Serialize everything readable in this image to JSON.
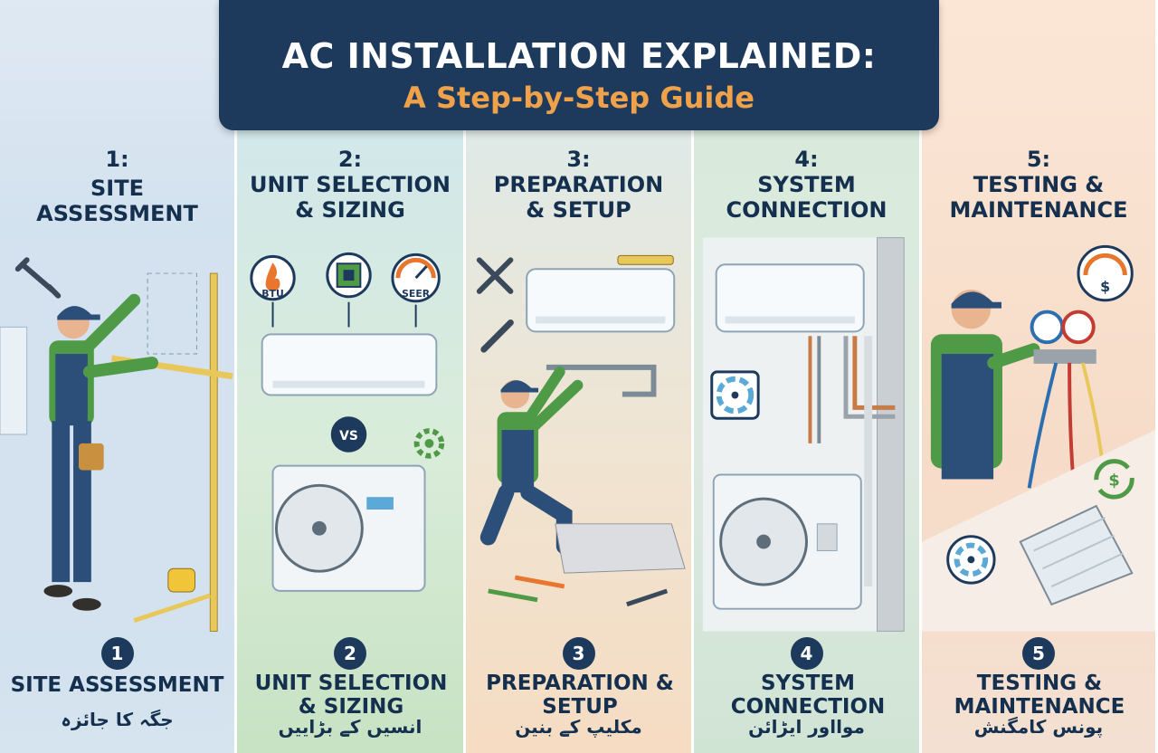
{
  "header": {
    "title": "AC INSTALLATION EXPLAINED:",
    "subtitle": "A Step-by-Step Guide"
  },
  "steps": [
    {
      "head_number": "1:",
      "head_title": "SITE ASSESSMENT",
      "badge": "1",
      "foot_title": "SITE ASSESSMENT",
      "urdu": "جگہ کا جائزہ"
    },
    {
      "head_number": "2:",
      "head_title": "UNIT SELECTION & SIZING",
      "badge": "2",
      "foot_title": "UNIT SELECTION & SIZING",
      "urdu": "انسیں کے بڑاییں",
      "labels": {
        "btu": "BTU",
        "seer": "SEER",
        "vs": "VS"
      }
    },
    {
      "head_number": "3:",
      "head_title": "PREPARATION & SETUP",
      "badge": "3",
      "foot_title": "PREPARATION & SETUP",
      "urdu": "مکلیپ کے بنین"
    },
    {
      "head_number": "4:",
      "head_title": "SYSTEM CONNECTION",
      "badge": "4",
      "foot_title": "SYSTEM CONNECTION",
      "urdu": "موااور ایڑائن"
    },
    {
      "head_number": "5:",
      "head_title": "TESTING & MAINTENANCE",
      "badge": "5",
      "foot_title": "TESTING & MAINTENANCE",
      "urdu": "پونس کامگنش"
    }
  ],
  "colors": {
    "navy": "#1d3a5c",
    "orange": "#f0a24a",
    "worker_shirt": "#4f9a47",
    "worker_pants": "#2c4f7a"
  }
}
